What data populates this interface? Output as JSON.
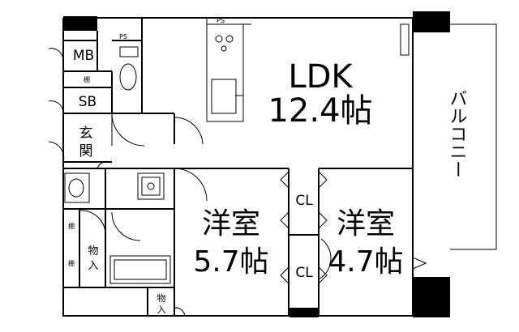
{
  "rooms": {
    "ldk": {
      "name": "LDK",
      "size": "12.4帖"
    },
    "western1": {
      "name": "洋室",
      "size": "5.7帖"
    },
    "western2": {
      "name": "洋室",
      "size": "4.7帖"
    },
    "entrance": {
      "line1": "玄",
      "line2": "関"
    },
    "balcony": "バルコニー",
    "mb": "MB",
    "sb": "SB",
    "cl_upper": "CL",
    "cl_lower": "CL",
    "storage_left": {
      "line1": "物",
      "line2": "入"
    },
    "storage_bottom": {
      "line1": "物",
      "line2": "入"
    },
    "shelf_top": "棚",
    "shelf_left1": "棚",
    "shelf_left2": "棚",
    "ps_top": "PS",
    "ps_mid": "PS"
  }
}
